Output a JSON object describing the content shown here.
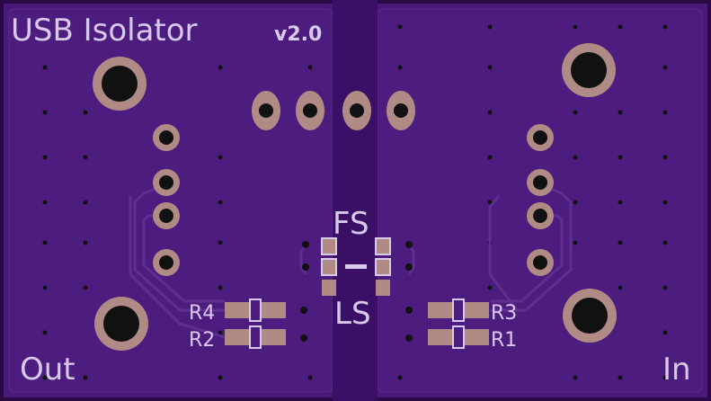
{
  "board": {
    "title": "USB Isolator",
    "version": "v2.0",
    "label_out": "Out",
    "label_in": "In",
    "jumper_top": "FS",
    "jumper_bottom": "LS",
    "resistors": {
      "r1": "R1",
      "r2": "R2",
      "r3": "R3",
      "r4": "R4"
    }
  },
  "colors": {
    "board": "#4a1a7a",
    "board_dark": "#3a0f66",
    "copper_pad": "#b08a84",
    "silkscreen": "#d8c8ec",
    "edge": "#2a0a45"
  }
}
